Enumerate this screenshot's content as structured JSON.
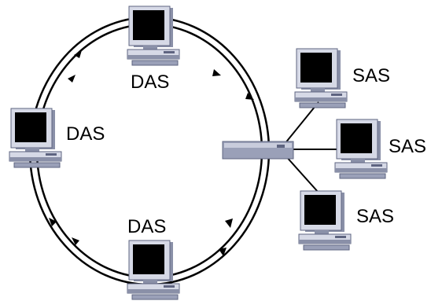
{
  "diagram": {
    "colors": {
      "background": "#ffffff",
      "ring": "#000000",
      "screen": "#000000",
      "monitor_frame": "#d6d9e6",
      "monitor_shade": "#8a90a8",
      "monitor_dark": "#5e6480",
      "hub": "#9aa0b8"
    },
    "ring": {
      "direction_arrows": "counter-clockwise on outer ring",
      "stations": [
        {
          "label": "DAS",
          "icon": "computer-icon"
        },
        {
          "label": "DAS",
          "icon": "computer-icon"
        },
        {
          "label": "DAS",
          "icon": "computer-icon"
        }
      ]
    },
    "concentrator": {
      "icon": "hub-icon"
    },
    "attached_stations": [
      {
        "label": "SAS",
        "icon": "computer-icon"
      },
      {
        "label": "SAS",
        "icon": "computer-icon"
      },
      {
        "label": "SAS",
        "icon": "computer-icon"
      }
    ]
  }
}
